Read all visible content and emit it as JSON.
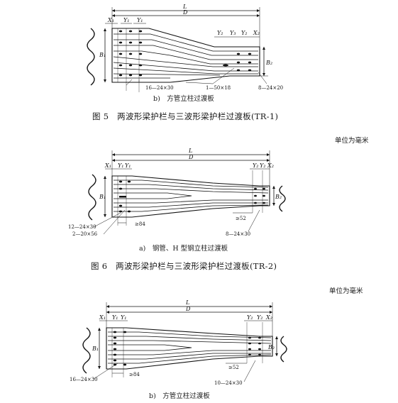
{
  "fig5": {
    "sub_caption": "b)　方管立柱过渡板",
    "title": "图 5　两波形梁护栏与三波形梁护栏过渡板(TR-1)",
    "dims": {
      "L": "L",
      "D": "D",
      "X1": "X₁",
      "Y1": "Y₁",
      "Y2": "Y₂",
      "Y3": "Y₃",
      "X2": "X₂",
      "B1": "B₁",
      "B2": "B₂"
    },
    "callouts": {
      "holes_left": "16—24×30",
      "slot": "1—50×18",
      "holes_right": "8—24×20"
    }
  },
  "fig6": {
    "unit": "单位为毫米",
    "sub_caption": "a)　钢管、H 型钢立柱过渡板",
    "title": "图 6　两波形梁护栏与三波形梁护栏过渡板(TR-2)",
    "dims": {
      "L": "L",
      "D": "D",
      "X1": "X₁",
      "Y1": "Y₁",
      "Y2": "Y₂",
      "X2": "X₂",
      "B1": "B₁",
      "B2": "B₂"
    },
    "callouts": {
      "holes_left": "12—24×30",
      "slots_left": "2—20×56",
      "min84": "≥84",
      "min52": "≥52",
      "holes_right": "8—24×30"
    }
  },
  "fig6b": {
    "unit": "单位为毫米",
    "sub_caption": "b)　方管立柱过渡板",
    "dims": {
      "L": "L",
      "D": "D",
      "X1": "X₁",
      "Y1": "Y₁",
      "Y2": "Y₂",
      "X2": "X₂",
      "B1": "B₁",
      "B2": "B₂"
    },
    "callouts": {
      "holes_left": "16—24×30",
      "min84": "≥84",
      "min52": "≥52",
      "holes_right": "10—24×30"
    }
  }
}
